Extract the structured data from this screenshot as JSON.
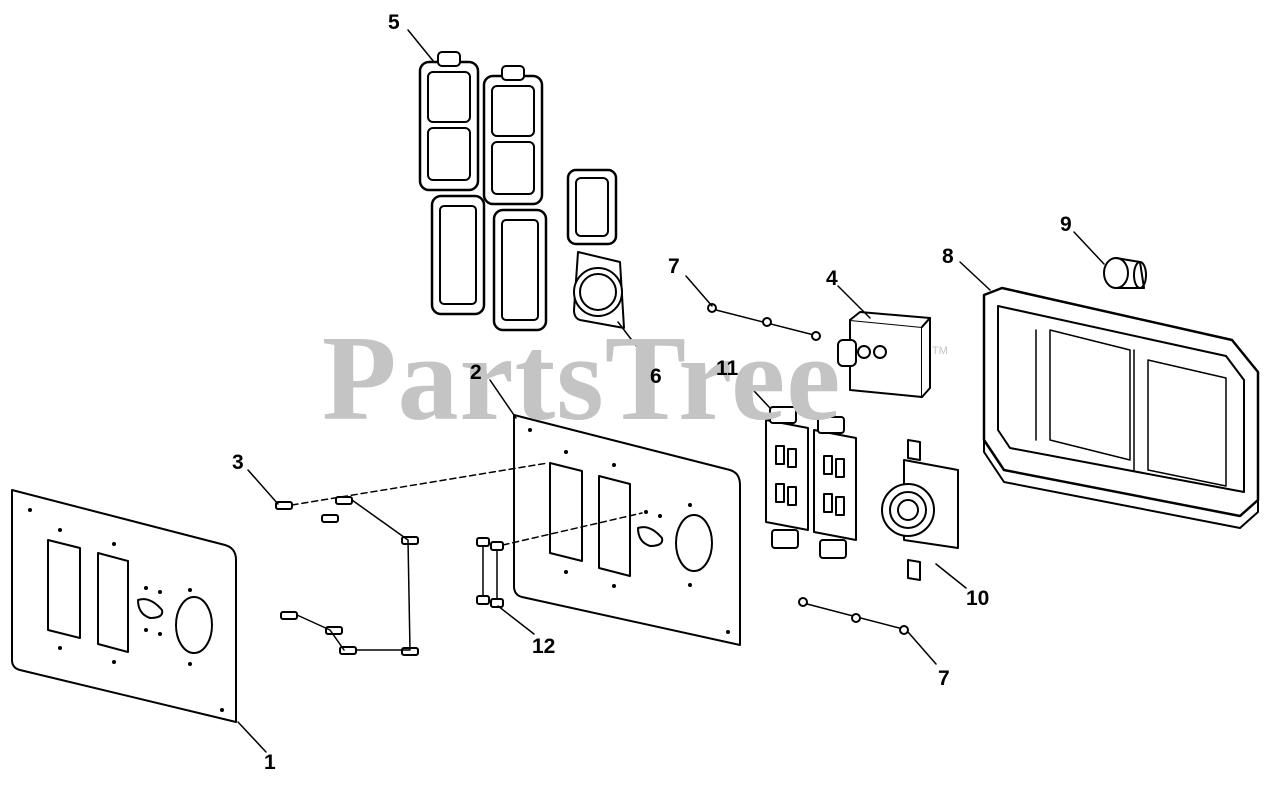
{
  "watermark": {
    "text": "PartsTree",
    "trademark": "TM"
  },
  "callouts": {
    "c1": "1",
    "c2": "2",
    "c3": "3",
    "c4": "4",
    "c5": "5",
    "c6": "6",
    "c7a": "7",
    "c7b": "7",
    "c8": "8",
    "c9": "9",
    "c10": "10",
    "c11": "11",
    "c12": "12"
  }
}
